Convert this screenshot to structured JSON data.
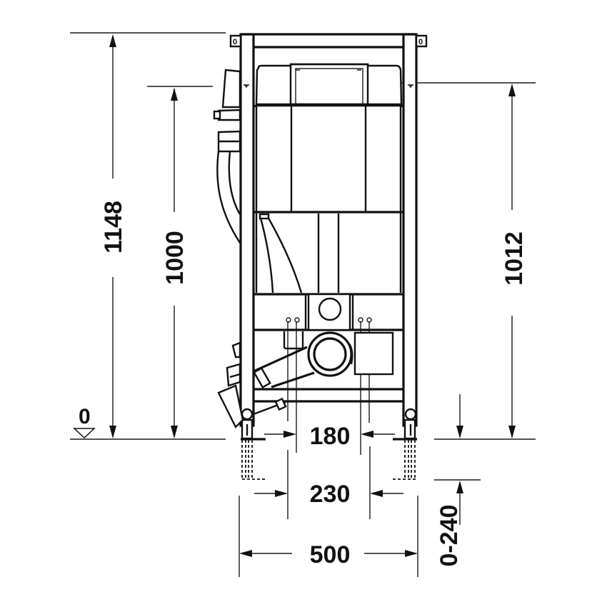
{
  "drawing": {
    "title": "WC installation frame – front view with dimensions",
    "units": "mm",
    "colors": {
      "line": "#111111",
      "background": "#ffffff"
    }
  },
  "dimensions": {
    "floor_level_label": "0",
    "total_height": "1148",
    "cistern_top_height": "1000",
    "actuator_height": "1012",
    "inner_spacing_small": "180",
    "inner_spacing_large": "230",
    "frame_width": "500",
    "foot_adjustment_range": "0-240"
  },
  "symbols": {
    "floor_level_marker": "triangle-down-icon"
  }
}
